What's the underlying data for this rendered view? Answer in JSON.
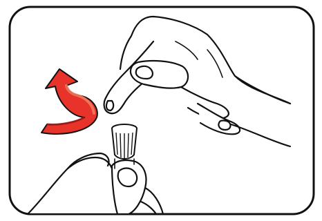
{
  "illustration": {
    "subject": "hands-removing-cap",
    "colors": {
      "outline": "#111111",
      "background": "#ffffff",
      "arrow_fill": "#e8332a",
      "arrow_highlight": "#f47a5f",
      "arrow_shadow": "#b51d16"
    },
    "icons": {
      "rotate_arrow": "curved-rotate-arrow-icon",
      "cap": "ribbed-cap",
      "upper_hand": "upper-hand-fingers",
      "lower_hand": "lower-hand-holding-vial"
    }
  }
}
